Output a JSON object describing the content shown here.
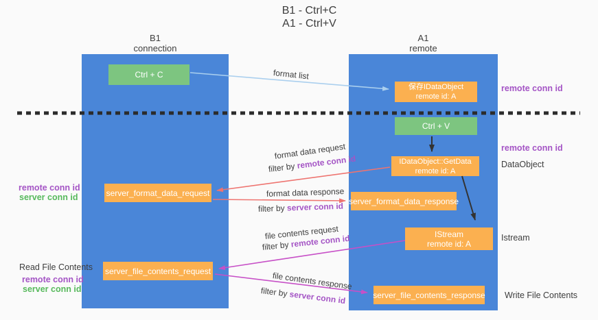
{
  "title": {
    "line1": "B1 - Ctrl+C",
    "line2": "A1 - Ctrl+V"
  },
  "lanes": {
    "b1": {
      "name": "B1",
      "subtitle": "connection"
    },
    "a1": {
      "name": "A1",
      "subtitle": "remote"
    }
  },
  "boxes": {
    "ctrl_c": "Ctrl + C",
    "ctrl_v": "Ctrl + V",
    "saved_dataobject": {
      "line1": "保存IDataObject",
      "line2": "remote id: A"
    },
    "getdata": {
      "line1": "IDataObject::GetData",
      "line2": "remote id: A"
    },
    "istream": {
      "line1": "IStream",
      "line2": "remote id: A"
    },
    "server_format_data_request": "server_format_data_request",
    "server_format_data_response": "server_format_data_response",
    "server_file_contents_request": "server_file_contents_request",
    "server_file_contents_response": "server_file_contents_response"
  },
  "arrow_labels": {
    "format_list": "format list",
    "format_data_request": "format data request",
    "format_data_response": "format data response",
    "file_contents_request": "file contents request",
    "file_contents_response": "file contents response",
    "filter_by": "filter by",
    "remote_conn_id": "remote conn id",
    "server_conn_id": "server conn id"
  },
  "side_labels": {
    "remote_conn_id": "remote conn id",
    "server_conn_id": "server conn id",
    "dataobject": "DataObject",
    "istream": "Istream",
    "read_file_contents": "Read File Contents",
    "write_file_contents": "Write File Contents"
  },
  "colors": {
    "lane_blue": "#4a86d8",
    "box_green": "#7dc580",
    "box_orange": "#fbb050",
    "arrow_red": "#ee7470",
    "arrow_magenta": "#c750c7",
    "arrow_blue": "#aacfee",
    "arrow_black": "#333333",
    "text_purple": "#a454c5",
    "text_green": "#57b95c"
  }
}
